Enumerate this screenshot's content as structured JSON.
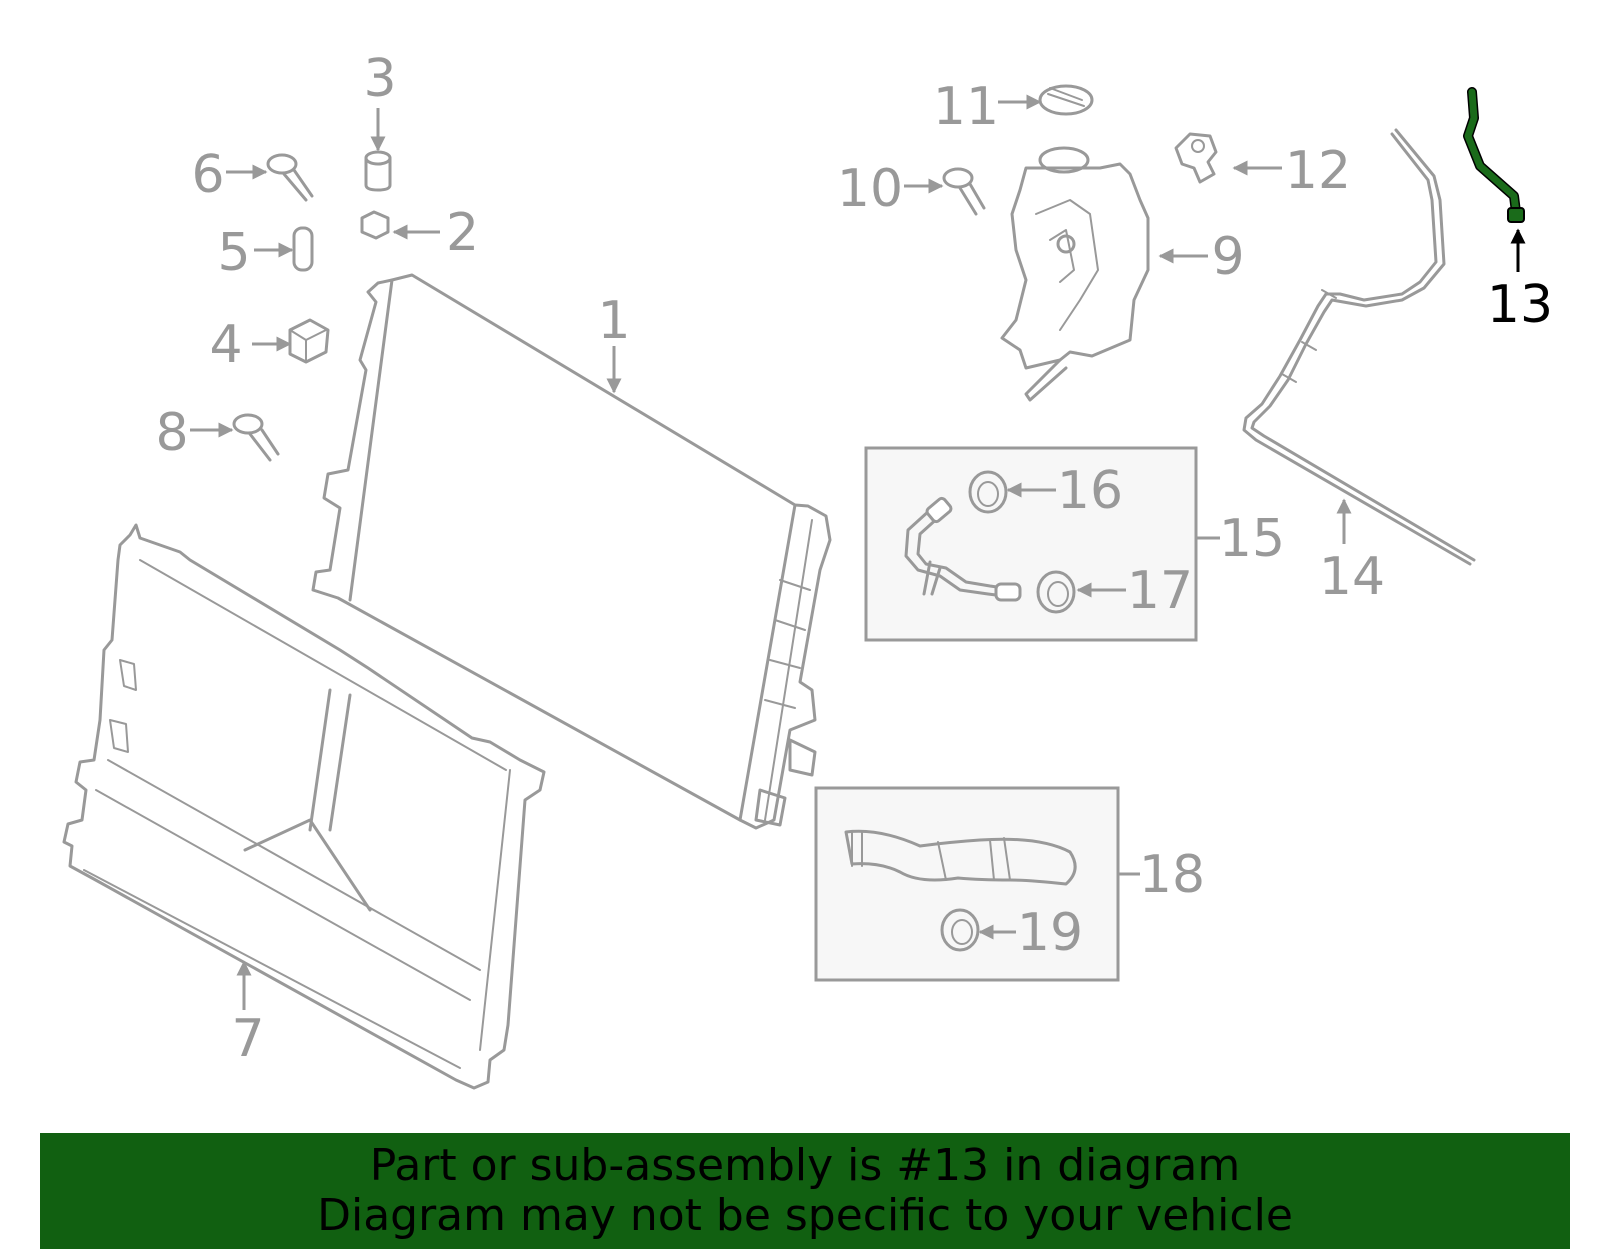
{
  "diagram": {
    "callouts": [
      "1",
      "2",
      "3",
      "4",
      "5",
      "6",
      "7",
      "8",
      "9",
      "10",
      "11",
      "12",
      "13",
      "14",
      "15",
      "16",
      "17",
      "18",
      "19"
    ],
    "highlighted_part": "13",
    "colors": {
      "line_art": "#999999",
      "highlight_part": "#1a6b1a",
      "highlight_label": "#000000",
      "inset_box_fill": "#f7f7f7"
    }
  },
  "banner": {
    "line1": "Part or sub-assembly is #13 in diagram",
    "line2": "Diagram may not be specific to your vehicle",
    "background": "#116011"
  }
}
